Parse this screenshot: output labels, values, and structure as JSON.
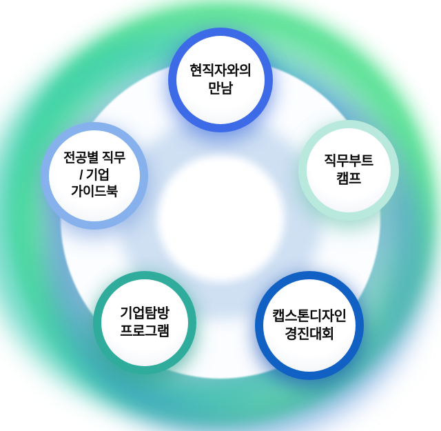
{
  "diagram": {
    "type": "circular-program-diagram",
    "nodes": [
      {
        "id": "current-employee-meeting",
        "label": "현직자와의\n만남",
        "ring_color": "#3D6BE8",
        "position": "top"
      },
      {
        "id": "job-bootcamp",
        "label": "직무부트\n캠프",
        "ring_color": "#B9E9DC",
        "position": "right"
      },
      {
        "id": "major-job-guidebook",
        "label": "전공별 직무\n/ 기업\n가이드북",
        "ring_color": "#86B1EC",
        "position": "left"
      },
      {
        "id": "company-tour-program",
        "label": "기업탐방\n프로그램",
        "ring_color": "#2FAC9C",
        "position": "bottom-left"
      },
      {
        "id": "capstone-design-contest",
        "label": "캡스톤디자인\n경진대회",
        "ring_color": "#1161C4",
        "position": "bottom-right"
      }
    ],
    "glow_colors": {
      "green": "#3EDE82",
      "teal": "#2FC9B0",
      "blue": "#4682DC"
    },
    "center_colors": {
      "ring": "#FBFDFF",
      "inner_disc": "#CFE0F3",
      "center": "#FFFFFF"
    }
  }
}
